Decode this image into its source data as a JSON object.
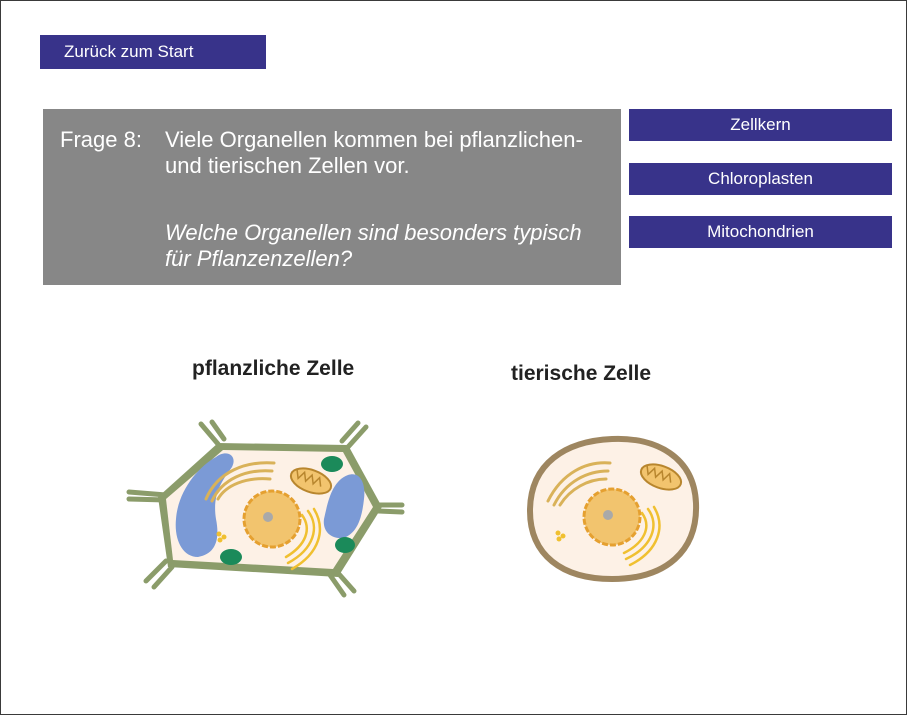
{
  "nav": {
    "back_label": "Zurück zum Start"
  },
  "question": {
    "label": "Frage 8:",
    "text": "Viele Organellen kommen bei pflanzlichen- und tierischen Zellen vor.",
    "prompt": "Welche Organellen sind besonders typisch für Pflanzenzellen?"
  },
  "answers": [
    {
      "label": "Zellkern"
    },
    {
      "label": "Chloroplasten"
    },
    {
      "label": "Mitochondrien"
    }
  ],
  "cells": {
    "plant_title": "pflanzliche Zelle",
    "animal_title": "tierische Zelle"
  },
  "colors": {
    "button_bg": "#38338a",
    "question_bg": "#878787",
    "cell_wall": "#8b9c6a",
    "cytoplasm": "#fdf1e6",
    "nucleus": "#f2c46e",
    "vacuole": "#7b9ad6",
    "chloroplast": "#1b8a5a",
    "animal_membrane": "#9e8660"
  }
}
